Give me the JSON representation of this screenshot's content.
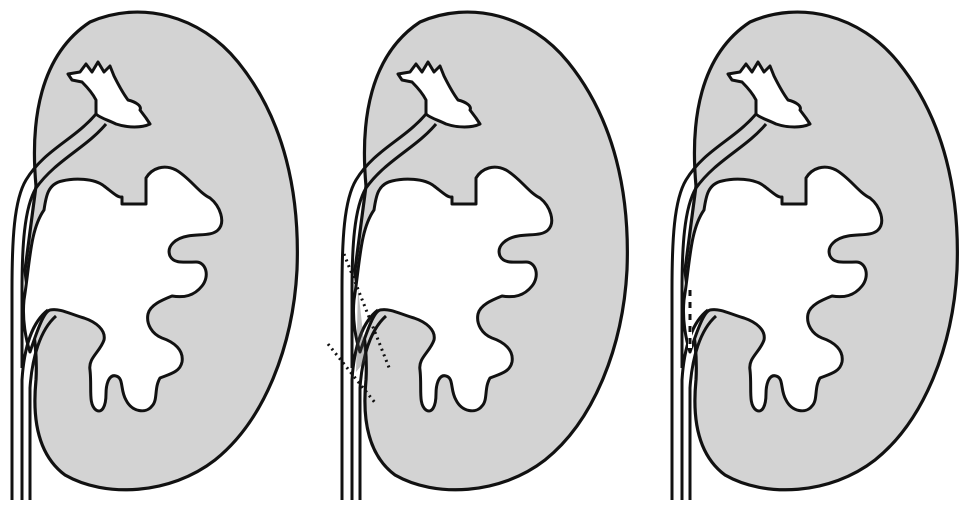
{
  "figure": {
    "panels": [
      {
        "id": "panel-1",
        "incision": "none"
      },
      {
        "id": "panel-2",
        "incision": "dotted-cut-lines"
      },
      {
        "id": "panel-3",
        "incision": "dashed-duct-segment"
      }
    ],
    "colors": {
      "parenchyma_fill": "#d3d3d3",
      "cavity_fill": "#ffffff",
      "outline": "#111111",
      "background": "#ffffff"
    }
  }
}
